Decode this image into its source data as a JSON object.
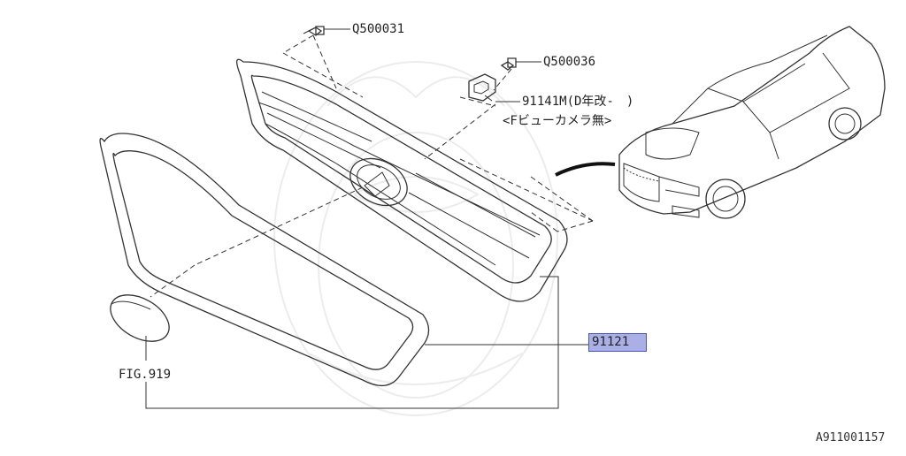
{
  "diagram": {
    "parts": [
      {
        "id": "q500031",
        "label": "Q500031"
      },
      {
        "id": "q500036",
        "label": "Q500036"
      },
      {
        "id": "91141m",
        "label": "91141M(D年改-　)"
      },
      {
        "id": "91141m-note",
        "label": "<Fビューカメラ無>"
      },
      {
        "id": "91121",
        "label": "91121"
      },
      {
        "id": "fig919",
        "label": "FIG.919"
      }
    ],
    "drawing_id": "A911001157",
    "highlight_color": "#aab0e6"
  }
}
